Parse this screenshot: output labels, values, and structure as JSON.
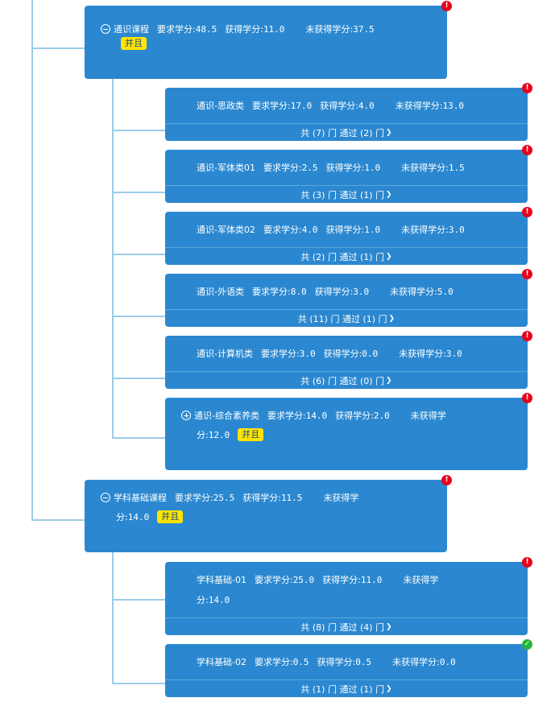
{
  "labels": {
    "required": "要求学分:",
    "earned": "获得学分:",
    "unearned": "未获得学分:",
    "unearned_a": "未获得学",
    "unearned_b": "分:",
    "and_badge": "并且"
  },
  "status_icons": {
    "error": "exclamation-icon",
    "ok": "check-icon"
  },
  "colors": {
    "box": "#2b88d0",
    "badge": "#ffe400",
    "error": "#e8001c",
    "ok": "#28b43c",
    "tree_line": "#9ccbe8"
  },
  "groups": [
    {
      "name": "通识课程",
      "required": "48.5",
      "earned": "11.0",
      "unearned": "37.5",
      "children": [
        {
          "name": "通识-思政类",
          "required": "17.0",
          "earned": "4.0",
          "unearned": "13.0",
          "footer": "共 (7) 门 通过 (2) 门"
        },
        {
          "name": "通识-军体类01",
          "required": "2.5",
          "earned": "1.0",
          "unearned": "1.5",
          "footer": "共 (3) 门 通过 (1) 门"
        },
        {
          "name": "通识-军体类02",
          "required": "4.0",
          "earned": "1.0",
          "unearned": "3.0",
          "footer": "共 (2) 门 通过 (1) 门"
        },
        {
          "name": "通识-外语类",
          "required": "8.0",
          "earned": "3.0",
          "unearned": "5.0",
          "footer": "共 (11) 门 通过 (1) 门"
        },
        {
          "name": "通识-计算机类",
          "required": "3.0",
          "earned": "0.0",
          "unearned": "3.0",
          "footer": "共 (6) 门 通过 (0) 门"
        },
        {
          "name": "通识-综合素养类",
          "required": "14.0",
          "earned": "2.0",
          "unearned": "12.0"
        }
      ]
    },
    {
      "name": "学科基础课程",
      "required": "25.5",
      "earned": "11.5",
      "unearned": "14.0",
      "children": [
        {
          "name": "学科基础-01",
          "required": "25.0",
          "earned": "11.0",
          "unearned": "14.0",
          "footer": "共 (8) 门 通过 (4) 门"
        },
        {
          "name": "学科基础-02",
          "required": "0.5",
          "earned": "0.5",
          "unearned": "0.0",
          "footer": "共 (1) 门 通过 (1) 门"
        }
      ]
    }
  ]
}
